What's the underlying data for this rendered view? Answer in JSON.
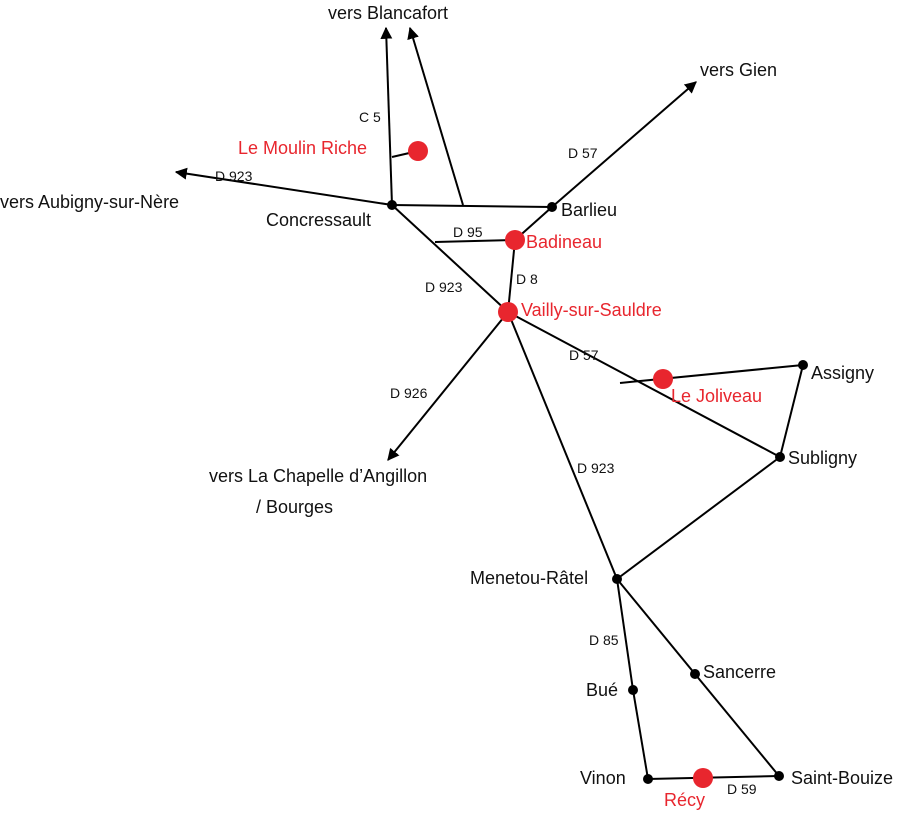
{
  "colors": {
    "road": "#000000",
    "highlight": "#e8262e",
    "text": "#111111"
  },
  "destinations": {
    "blancafort": "vers Blancafort",
    "gien": "vers Gien",
    "aubigny": "vers Aubigny-sur-Nère",
    "chapelle_1": "vers La Chapelle d’Angillon",
    "chapelle_2": "/ Bourges"
  },
  "places": {
    "concressault": "Concressault",
    "barlieu": "Barlieu",
    "assigny": "Assigny",
    "subligny": "Subligny",
    "menetou": "Menetou-Râtel",
    "sancerre": "Sancerre",
    "bue": "Bué",
    "vinon": "Vinon",
    "saint_bouize": "Saint-Bouize"
  },
  "highlighted_places": {
    "moulin_riche": "Le Moulin Riche",
    "badineau": "Badineau",
    "vailly": "Vailly-sur-Sauldre",
    "joliveau": "Le Joliveau",
    "recy": "Récy"
  },
  "roads": {
    "c5": "C 5",
    "d923_west": "D 923",
    "d57_north": "D 57",
    "d95": "D 95",
    "d8": "D 8",
    "d923_mid": "D 923",
    "d57_east": "D 57",
    "d926": "D 926",
    "d923_south": "D 923",
    "d85": "D 85",
    "d59": "D 59"
  }
}
